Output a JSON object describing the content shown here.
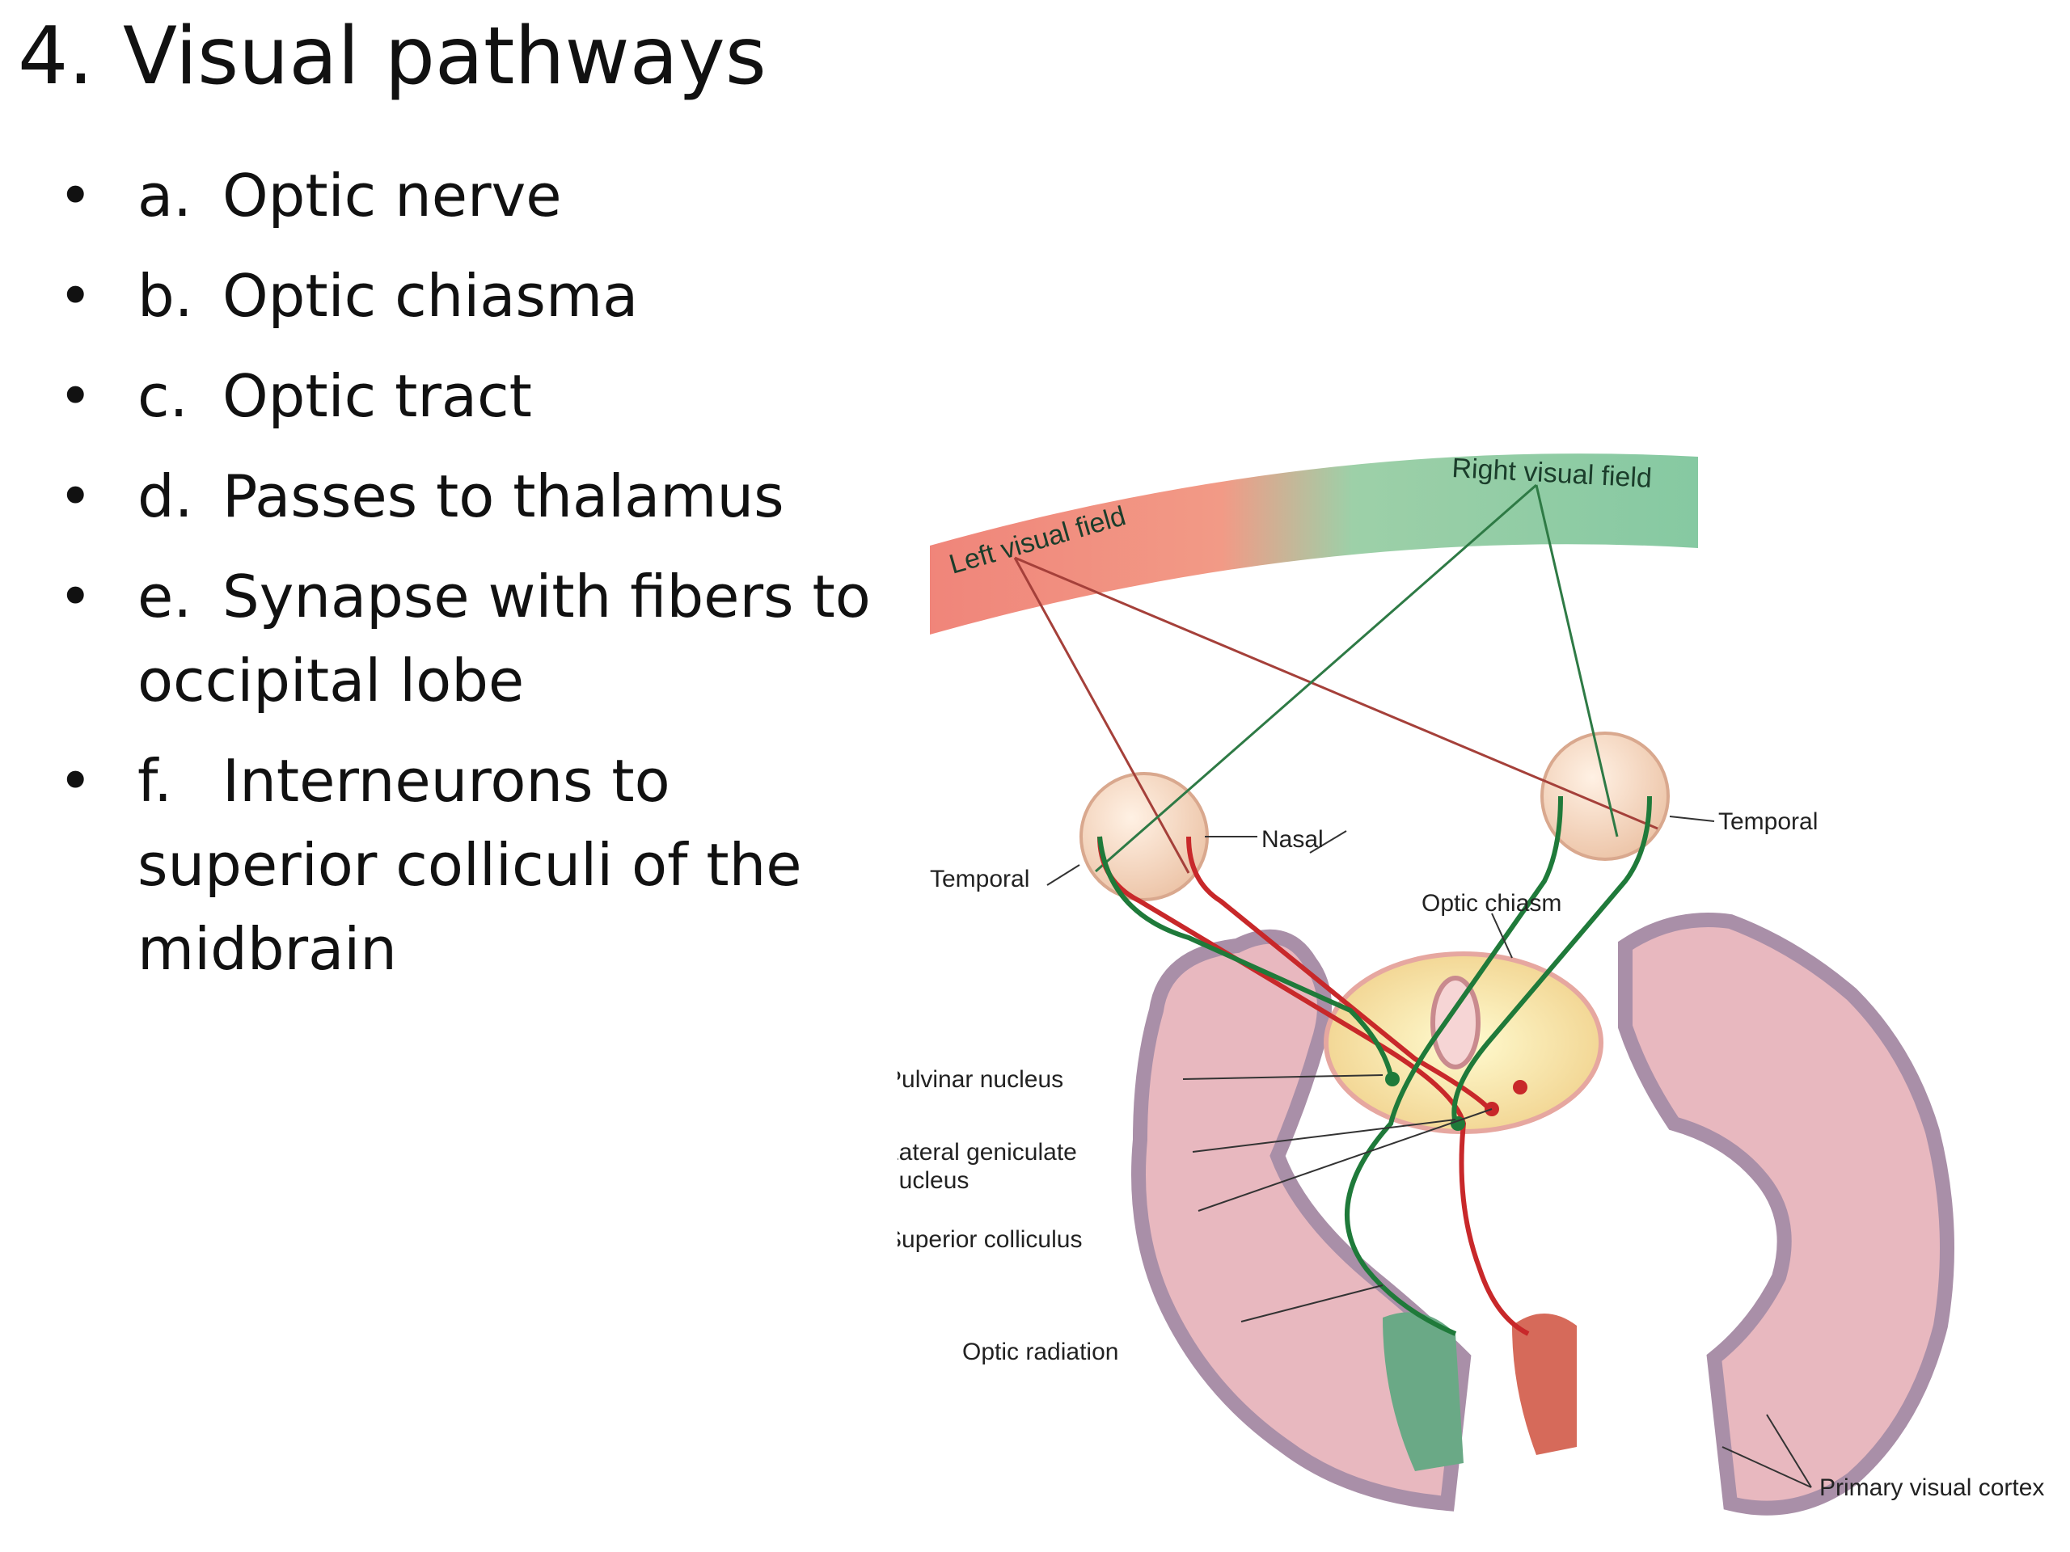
{
  "title": {
    "number": "4.",
    "text": "Visual pathways"
  },
  "bullets": [
    {
      "letter": "a.",
      "text": "Optic nerve"
    },
    {
      "letter": "b.",
      "text": "Optic chiasma"
    },
    {
      "letter": "c.",
      "text": "Optic tract"
    },
    {
      "letter": "d.",
      "text": "Passes to thalamus"
    },
    {
      "letter": "e.",
      "text": "Synapse with fibers to occipital lobe"
    },
    {
      "letter": "f.",
      "text": "Interneurons to superior colliculi of the midbrain"
    }
  ],
  "diagram": {
    "left_field": "Left visual field",
    "right_field": "Right visual field",
    "temporal_right": "Temporal",
    "nasal": "Nasal",
    "temporal_left": "Temporal",
    "optic_chiasm": "Optic chiasm",
    "pulvinar": "Pulvinar nucleus",
    "lgn_line1": "Lateral geniculate",
    "lgn_line2": "nucleus",
    "superior_colliculus": "Superior colliculus",
    "optic_radiation": "Optic radiation",
    "primary_visual_cortex": "Primary visual cortex",
    "colors": {
      "left_field": "#f0857a",
      "right_field": "#86c9a2",
      "left_path": "#c8282a",
      "right_path": "#1f7a3a",
      "brain": "#e8b8bf",
      "brain_edge": "#a98fa8"
    }
  }
}
